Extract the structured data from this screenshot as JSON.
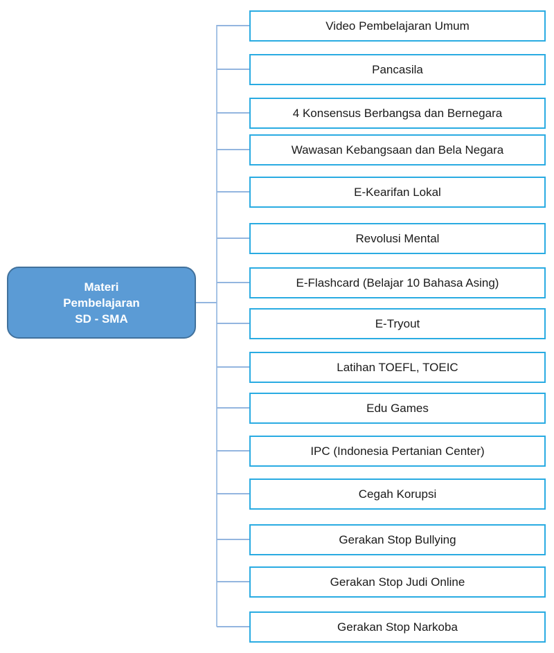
{
  "diagram": {
    "title": "Materi Pembelajaran SD - SMA mind map",
    "root": {
      "label": "Materi Pembelajaran SD - SMA",
      "lines": [
        "Materi",
        "Pembelajaran",
        "SD - SMA"
      ]
    },
    "branches": {
      "items": [
        {
          "label": "Video Pembelajaran Umum"
        },
        {
          "label": "Pancasila"
        },
        {
          "label": "4 Konsensus Berbangsa dan Bernegara"
        },
        {
          "label": "Wawasan Kebangsaan dan Bela Negara"
        },
        {
          "label": "E-Kearifan Lokal"
        },
        {
          "label": "Revolusi Mental"
        },
        {
          "label": "E-Flashcard (Belajar 10 Bahasa Asing)"
        },
        {
          "label": "E-Tryout"
        },
        {
          "label": "Latihan TOEFL, TOEIC"
        },
        {
          "label": "Edu Games"
        },
        {
          "label": "IPC (Indonesia Pertanian Center)"
        },
        {
          "label": "Cegah Korupsi"
        },
        {
          "label": "Gerakan Stop Bullying"
        },
        {
          "label": "Gerakan Stop Judi Online"
        },
        {
          "label": "Gerakan Stop Narkoba"
        }
      ]
    },
    "colors": {
      "root_fill": "#5B9BD5",
      "root_border": "#41719C",
      "root_text": "#FFFFFF",
      "node_border": "#29ABE2",
      "node_fill": "#FFFFFF",
      "node_text": "#1A1A1A",
      "connector_line": "#93B5DF",
      "background": "#FFFFFF"
    }
  }
}
